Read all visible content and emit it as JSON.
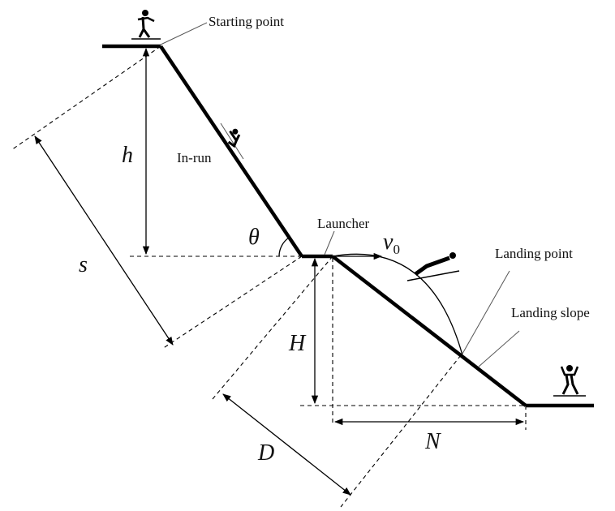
{
  "labels": {
    "starting_point": "Starting point",
    "in_run": "In-run",
    "launcher": "Launcher",
    "landing_point": "Landing point",
    "landing_slope": "Landing slope"
  },
  "symbols": {
    "h": "h",
    "s": "s",
    "theta": "θ",
    "v": "v",
    "v_sub": "0",
    "H": "H",
    "D": "D",
    "N": "N"
  },
  "icons": {
    "skier_start": "standing-skier-icon",
    "skier_inrun": "crouching-skier-icon",
    "skier_flight": "flying-skier-icon",
    "skier_landed": "landed-skier-icon"
  }
}
